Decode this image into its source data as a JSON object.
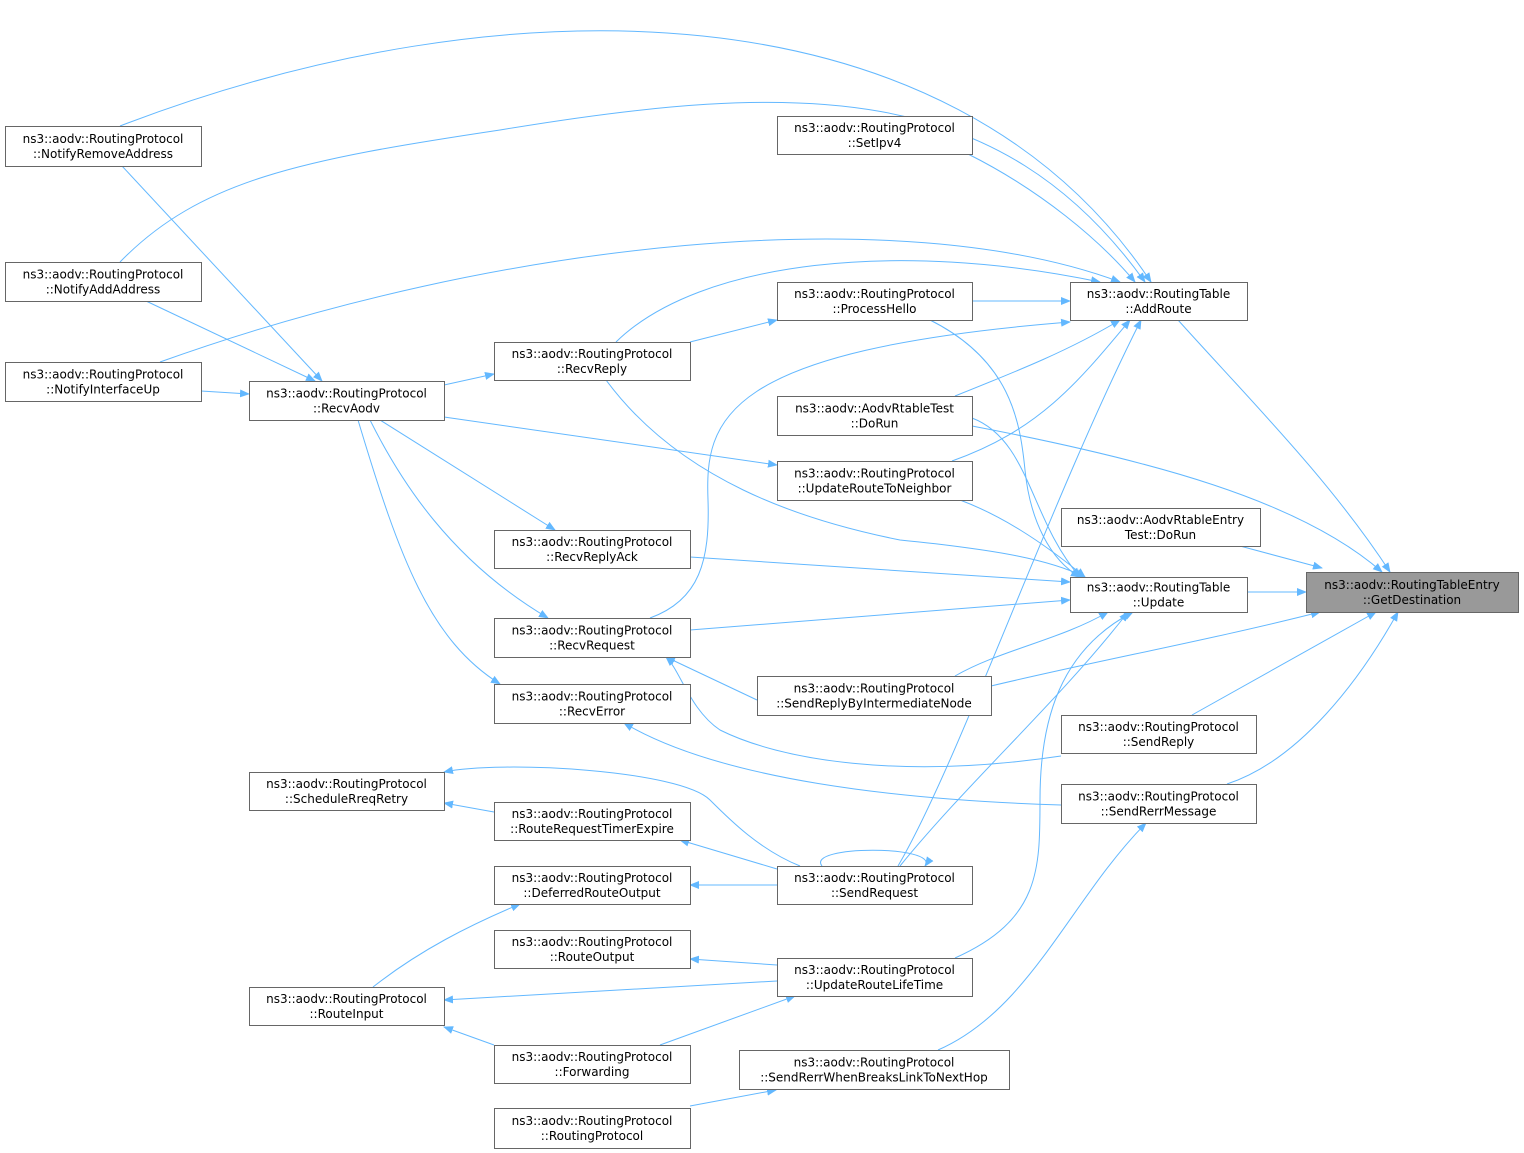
{
  "colors": {
    "edge": "#63b8ff",
    "border": "#666666",
    "fill": "#ffffff",
    "highlight_fill": "#999999",
    "text": "#000000"
  },
  "nodes": [
    {
      "id": "target",
      "lines": [
        "ns3::aodv::RoutingTableEntry",
        "::GetDestination"
      ],
      "highlight": true
    },
    {
      "id": "update",
      "lines": [
        "ns3::aodv::RoutingTable",
        "::Update"
      ]
    },
    {
      "id": "addroute",
      "lines": [
        "ns3::aodv::RoutingTable",
        "::AddRoute"
      ]
    },
    {
      "id": "entrytest",
      "lines": [
        "ns3::aodv::AodvRtableEntry",
        "Test::DoRun"
      ]
    },
    {
      "id": "sendreply",
      "lines": [
        "ns3::aodv::RoutingProtocol",
        "::SendReply"
      ]
    },
    {
      "id": "senderr",
      "lines": [
        "ns3::aodv::RoutingProtocol",
        "::SendRerrMessage"
      ]
    },
    {
      "id": "notifyremove",
      "lines": [
        "ns3::aodv::RoutingProtocol",
        "::NotifyRemoveAddress"
      ]
    },
    {
      "id": "notifyadd",
      "lines": [
        "ns3::aodv::RoutingProtocol",
        "::NotifyAddAddress"
      ]
    },
    {
      "id": "notifyup",
      "lines": [
        "ns3::aodv::RoutingProtocol",
        "::NotifyInterfaceUp"
      ]
    },
    {
      "id": "recvaodv",
      "lines": [
        "ns3::aodv::RoutingProtocol",
        "::RecvAodv"
      ]
    },
    {
      "id": "recvreply",
      "lines": [
        "ns3::aodv::RoutingProtocol",
        "::RecvReply"
      ]
    },
    {
      "id": "recvreplyack",
      "lines": [
        "ns3::aodv::RoutingProtocol",
        "::RecvReplyAck"
      ]
    },
    {
      "id": "recvrequest",
      "lines": [
        "ns3::aodv::RoutingProtocol",
        "::RecvRequest"
      ]
    },
    {
      "id": "recverror",
      "lines": [
        "ns3::aodv::RoutingProtocol",
        "::RecvError"
      ]
    },
    {
      "id": "setipv4",
      "lines": [
        "ns3::aodv::RoutingProtocol",
        "::SetIpv4"
      ]
    },
    {
      "id": "processhello",
      "lines": [
        "ns3::aodv::RoutingProtocol",
        "::ProcessHello"
      ]
    },
    {
      "id": "rtabletest",
      "lines": [
        "ns3::aodv::AodvRtableTest",
        "::DoRun"
      ]
    },
    {
      "id": "updateneighbor",
      "lines": [
        "ns3::aodv::RoutingProtocol",
        "::UpdateRouteToNeighbor"
      ]
    },
    {
      "id": "sendreplyinter",
      "lines": [
        "ns3::aodv::RoutingProtocol",
        "::SendReplyByIntermediateNode"
      ]
    },
    {
      "id": "schedulerreq",
      "lines": [
        "ns3::aodv::RoutingProtocol",
        "::ScheduleRreqRetry"
      ]
    },
    {
      "id": "rreqtimer",
      "lines": [
        "ns3::aodv::RoutingProtocol",
        "::RouteRequestTimerExpire"
      ]
    },
    {
      "id": "deferred",
      "lines": [
        "ns3::aodv::RoutingProtocol",
        "::DeferredRouteOutput"
      ]
    },
    {
      "id": "routeoutput",
      "lines": [
        "ns3::aodv::RoutingProtocol",
        "::RouteOutput"
      ]
    },
    {
      "id": "routeinput",
      "lines": [
        "ns3::aodv::RoutingProtocol",
        "::RouteInput"
      ]
    },
    {
      "id": "forwarding",
      "lines": [
        "ns3::aodv::RoutingProtocol",
        "::Forwarding"
      ]
    },
    {
      "id": "routingprotocol",
      "lines": [
        "ns3::aodv::RoutingProtocol",
        "::RoutingProtocol"
      ]
    },
    {
      "id": "sendrequest",
      "lines": [
        "ns3::aodv::RoutingProtocol",
        "::SendRequest"
      ]
    },
    {
      "id": "updatelifetime",
      "lines": [
        "ns3::aodv::RoutingProtocol",
        "::UpdateRouteLifeTime"
      ]
    },
    {
      "id": "senderrbreak",
      "lines": [
        "ns3::aodv::RoutingProtocol",
        "::SendRerrWhenBreaksLinkToNextHop"
      ]
    }
  ]
}
